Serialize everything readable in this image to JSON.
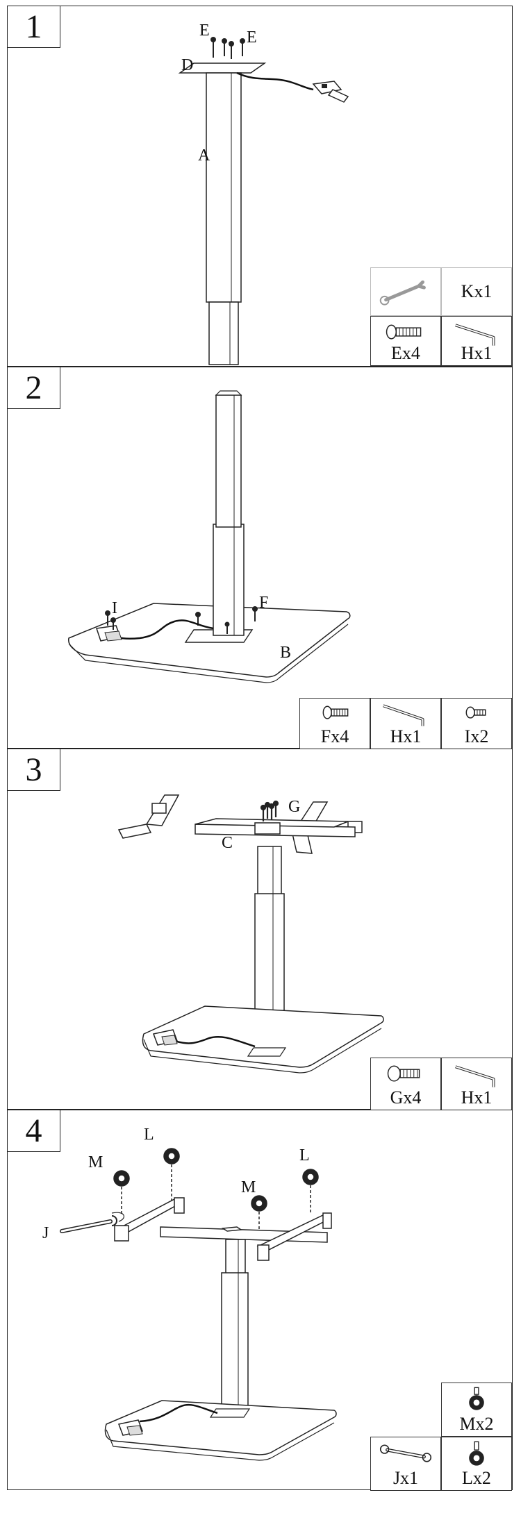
{
  "steps": [
    {
      "number": "1",
      "labels": {
        "E1": "E",
        "E2": "E",
        "D": "D",
        "A": "A"
      },
      "parts": [
        {
          "icon": "wrench-icon",
          "label": ""
        },
        {
          "icon": "",
          "label": "Kx1"
        },
        {
          "icon": "screw-icon",
          "label": "Ex4"
        },
        {
          "icon": "allen-key-icon",
          "label": "Hx1"
        }
      ]
    },
    {
      "number": "2",
      "labels": {
        "I": "I",
        "F": "F",
        "B": "B"
      },
      "parts": [
        {
          "icon": "screw-icon",
          "label": "Fx4"
        },
        {
          "icon": "allen-key-icon",
          "label": "Hx1"
        },
        {
          "icon": "screw-icon",
          "label": "Ix2"
        }
      ]
    },
    {
      "number": "3",
      "labels": {
        "G": "G",
        "C": "C"
      },
      "parts": [
        {
          "icon": "screw-icon",
          "label": "Gx4"
        },
        {
          "icon": "allen-key-icon",
          "label": "Hx1"
        }
      ]
    },
    {
      "number": "4",
      "labels": {
        "L1": "L",
        "L2": "L",
        "M1": "M",
        "M2": "M",
        "J": "J"
      },
      "parts": [
        {
          "icon": "caster-wheel-icon",
          "label": "Mx2"
        },
        {
          "icon": "wrench-icon",
          "label": "Jx1"
        },
        {
          "icon": "caster-wheel-icon",
          "label": "Lx2"
        }
      ]
    }
  ]
}
